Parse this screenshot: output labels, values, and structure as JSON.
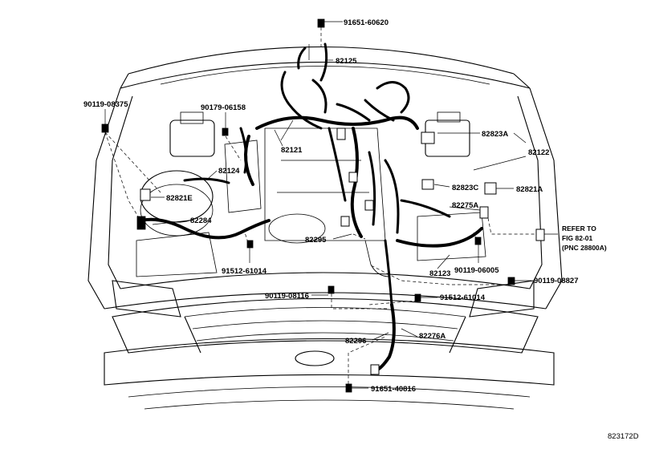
{
  "labels": {
    "p91651_60620": "91651-60620",
    "p82125": "82125",
    "p90119_08375": "90119-08375",
    "p90179_06158": "90179-06158",
    "p82121": "82121",
    "p82823A": "82823A",
    "p82122": "82122",
    "p82124": "82124",
    "p82821E": "82821E",
    "p82823C": "82823C",
    "p82821A": "82821A",
    "p82275A": "82275A",
    "p82284": "82284",
    "p82295": "82295",
    "p90119_06005": "90119-06005",
    "p91512_61014a": "91512-61014",
    "p82123": "82123",
    "p90119_08827": "90119-08827",
    "p90119_08116": "90119-08116",
    "p91512_61014b": "91512-61014",
    "p82296": "82296",
    "p82276A": "82276A",
    "p91651_40816": "91651-40816"
  },
  "reference": {
    "line1": "REFER TO",
    "line2": "FIG 82-01",
    "line3": "(PNC 28800A)"
  },
  "figure_number": "823172D"
}
